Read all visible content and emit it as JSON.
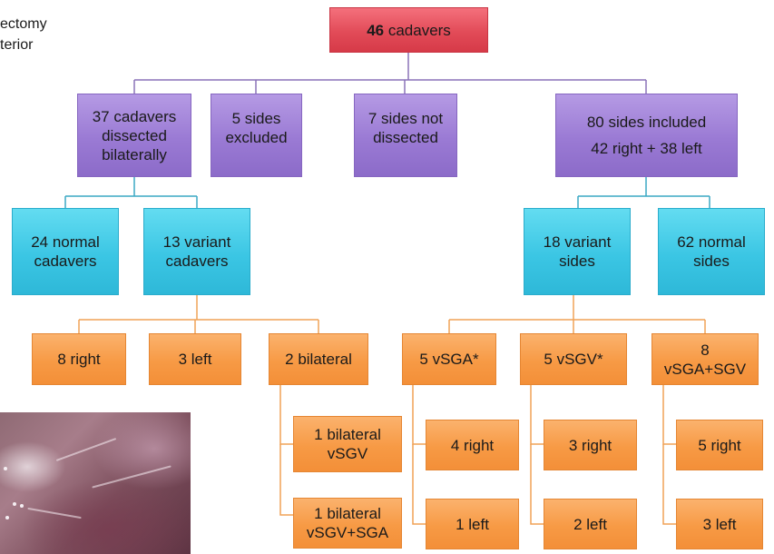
{
  "corner_text": {
    "line1": "ectomy",
    "line2": "terior"
  },
  "root": {
    "bold": "46",
    "text": " cadavers"
  },
  "level1": {
    "bilateral": [
      "37 cadavers",
      "dissected",
      "bilaterally"
    ],
    "excluded": [
      "5 sides",
      "excluded"
    ],
    "not_dissected": [
      "7 sides not",
      "dissected"
    ],
    "included": [
      "80 sides included",
      "42 right + 38 left"
    ]
  },
  "level2": {
    "normal_cadavers": [
      "24 normal",
      "cadavers"
    ],
    "variant_cadavers": [
      "13 variant",
      "cadavers"
    ],
    "variant_sides": [
      "18 variant",
      "sides"
    ],
    "normal_sides": [
      "62 normal",
      "sides"
    ]
  },
  "level3": {
    "right": "8 right",
    "left": "3 left",
    "bilateral": "2 bilateral",
    "vsga": "5 vSGA*",
    "vsgv": "5 vSGV*",
    "vsga_sgv": [
      "8",
      "vSGA+SGV"
    ]
  },
  "level4": {
    "bilateral_vsgv": [
      "1 bilateral",
      "vSGV"
    ],
    "bilateral_vsgv_sga": [
      "1 bilateral",
      "vSGV+SGA"
    ],
    "vsga_right": "4 right",
    "vsga_left": "1 left",
    "vsgv_right": "3 right",
    "vsgv_left": "2 left",
    "mixed_right": "5 right",
    "mixed_left": "3 left"
  },
  "colors": {
    "red": "#e24b58",
    "purple": "#9a7ad4",
    "cyan": "#3bc6e4",
    "orange": "#f79a45",
    "line_purple": "#8a72b8",
    "line_cyan": "#3aa9c4",
    "line_orange": "#f0a257"
  }
}
